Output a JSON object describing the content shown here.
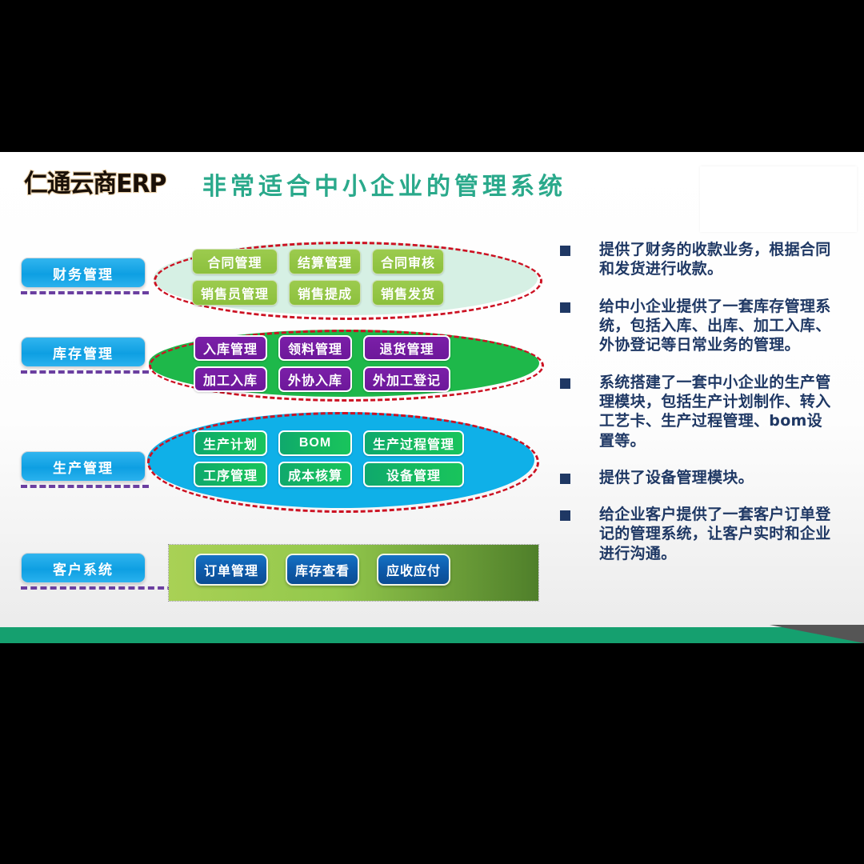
{
  "header": {
    "logo": "仁通云商ERP",
    "headline": "非常适合中小企业的管理系统"
  },
  "colors": {
    "headline_teal": "#2aa98b",
    "chip_blue": "#0e9fe2",
    "node_green": "#8cc03d",
    "node_purple": "#6d189a",
    "node_teal": "#14b861",
    "node_blue": "#0d59a8",
    "bullet_navy": "#1f3864",
    "dashed_red": "#cc1122",
    "dashed_purple": "#6b3fa0",
    "footer_green": "#15a06f"
  },
  "rows": [
    {
      "label": "财务管理",
      "nodes": [
        "合同管理",
        "结算管理",
        "合同审核",
        "销售员管理",
        "销售提成",
        "销售发货"
      ]
    },
    {
      "label": "库存管理",
      "nodes": [
        "入库管理",
        "领料管理",
        "退货管理",
        "加工入库",
        "外协入库",
        "外加工登记"
      ]
    },
    {
      "label": "生产管理",
      "nodes": [
        "生产计划",
        "BOM",
        "生产过程管理",
        "工序管理",
        "成本核算",
        "设备管理"
      ]
    },
    {
      "label": "客户系统",
      "nodes": [
        "订单管理",
        "库存查看",
        "应收应付"
      ]
    }
  ],
  "bullets": [
    "提供了财务的收款业务，根据合同和发货进行收款。",
    "给中小企业提供了一套库存管理系统，包括入库、出库、加工入库、外协登记等日常业务的管理。",
    "系统搭建了一套中小企业的生产管理模块，包括生产计划制作、转入工艺卡、生产过程管理、bom设置等。",
    "提供了设备管理模块。",
    "给企业客户提供了一套客户订单登记的管理系统，让客户实时和企业进行沟通。"
  ]
}
